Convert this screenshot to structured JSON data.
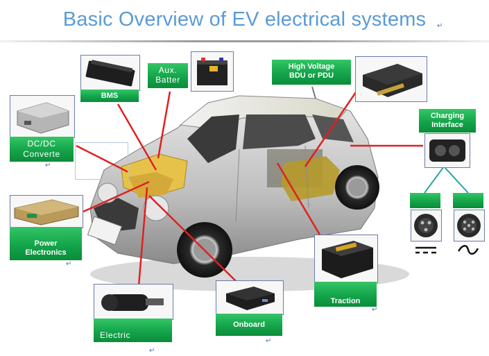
{
  "title": "Basic Overview of EV electrical systems",
  "return_mark": "↵",
  "colors": {
    "title": "#5b9bd5",
    "label_green": "#14a44a",
    "leader": "#e02020",
    "connector": "#2aa3a8"
  },
  "labels": {
    "bms": "BMS",
    "aux_battery_1": "Aux.",
    "aux_battery_2": "Batter",
    "dcdc_1": "DC/DC",
    "dcdc_2": "Converte",
    "hv_1": "High Voltage",
    "hv_2": "BDU or PDU",
    "charging_1": "Charging",
    "charging_2": "Interface",
    "power_1": "Power",
    "power_2": "Electronics",
    "motor_1": "Electric",
    "onboard": "Onboard",
    "traction": "Traction",
    "dc_symbol": "⎓",
    "ac_symbol": "~"
  }
}
